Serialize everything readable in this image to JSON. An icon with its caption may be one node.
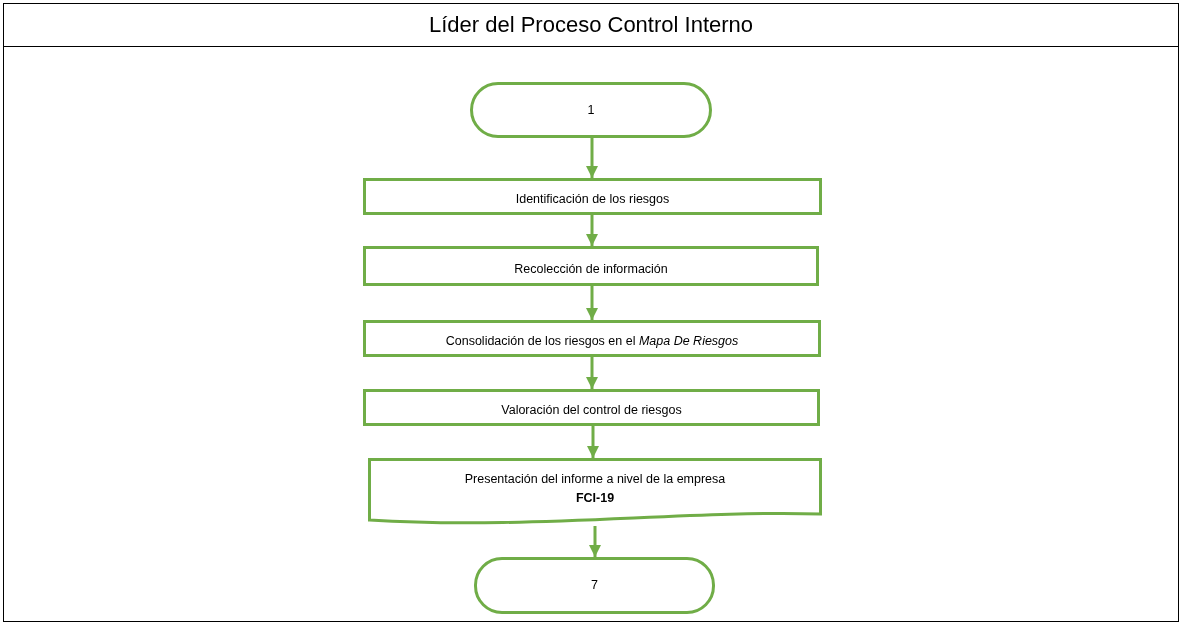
{
  "diagram": {
    "title": "Líder del Proceso Control Interno",
    "nodes": [
      {
        "text": [
          "1"
        ]
      },
      {
        "text": [
          "Identificación de los riesgos"
        ]
      },
      {
        "text": [
          "Recolección de información"
        ]
      },
      {
        "text": [
          "Consolidación de los riesgos en el *Mapa De Riesgos*"
        ]
      },
      {
        "text": [
          "Valoración del control de riesgos"
        ]
      },
      {
        "text": [
          "Presentación del informe a nivel de la empresa",
          "FCI-19"
        ]
      },
      {
        "text": [
          "7"
        ]
      }
    ],
    "edges": [
      {
        "from": 0,
        "to": 1,
        "arrow": "to"
      },
      {
        "from": 1,
        "to": 2,
        "arrow": "to"
      },
      {
        "from": 2,
        "to": 3,
        "arrow": "to"
      },
      {
        "from": 3,
        "to": 4,
        "arrow": "to"
      },
      {
        "from": 4,
        "to": 5,
        "arrow": "to"
      },
      {
        "from": 5,
        "to": 6,
        "arrow": "to"
      }
    ]
  }
}
